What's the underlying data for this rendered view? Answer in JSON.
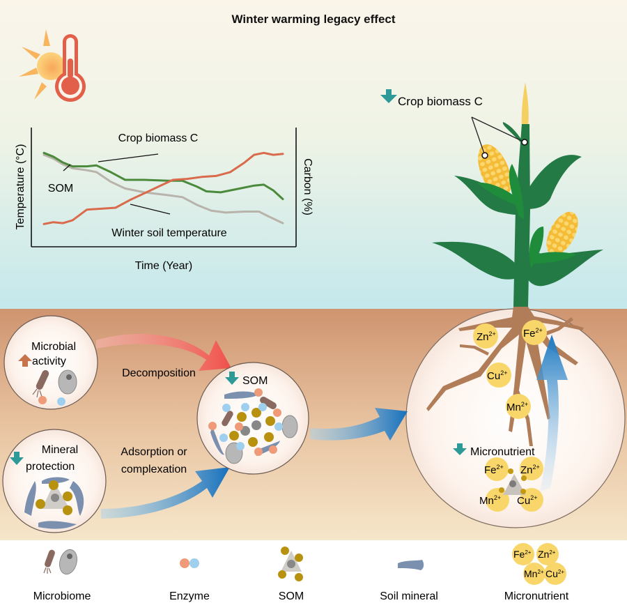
{
  "title": "Winter warming legacy effect",
  "colors": {
    "sky_top": "#f9f5ea",
    "sky_bottom": "#c6e9ec",
    "soil_top": "#cf9470",
    "soil_bottom": "#f5e4c8",
    "down_arrow": "#2e9a97",
    "up_arrow": "#c8744a",
    "decomposition_arrow": "#f05a4f",
    "blue_arrow": "#1f7fc4",
    "green_line": "#4a8a3a",
    "gray_line": "#b8b3ab",
    "red_line": "#d96a4c",
    "plant_green": "#237a45",
    "leaf_green": "#1e8c3a",
    "corn": "#f4be3c",
    "root": "#b07d58",
    "micronutrient": "#f8d66a",
    "som_node": "#b8920f",
    "mineral": "#7b8fae",
    "enzyme_orange": "#ef9a78",
    "enzyme_blue": "#9ecfee"
  },
  "chart_data": {
    "type": "line",
    "title": "",
    "xlabel": "Time (Year)",
    "ylabel_left": "Temperature (°C)",
    "ylabel_right": "Carbon (%)",
    "xlim": [
      0,
      1
    ],
    "ylim": [
      0,
      1
    ],
    "grid": false,
    "qualitative": true,
    "series": [
      {
        "name": "Crop biomass C",
        "color": "#4a8a3a",
        "x": [
          0,
          0.04,
          0.08,
          0.12,
          0.18,
          0.22,
          0.28,
          0.34,
          0.42,
          0.52,
          0.58,
          0.64,
          0.68,
          0.74,
          0.82,
          0.88,
          0.92,
          0.96,
          1.0
        ],
        "y": [
          0.86,
          0.82,
          0.76,
          0.72,
          0.72,
          0.73,
          0.66,
          0.58,
          0.58,
          0.57,
          0.57,
          0.51,
          0.46,
          0.45,
          0.49,
          0.52,
          0.53,
          0.47,
          0.38
        ]
      },
      {
        "name": "SOM",
        "color": "#b8b3ab",
        "x": [
          0,
          0.04,
          0.08,
          0.12,
          0.18,
          0.22,
          0.28,
          0.34,
          0.42,
          0.52,
          0.58,
          0.64,
          0.7,
          0.76,
          0.84,
          0.9,
          0.94,
          1.0
        ],
        "y": [
          0.84,
          0.8,
          0.74,
          0.7,
          0.68,
          0.66,
          0.56,
          0.49,
          0.45,
          0.42,
          0.4,
          0.32,
          0.26,
          0.24,
          0.25,
          0.25,
          0.2,
          0.13
        ]
      },
      {
        "name": "Winter soil temperature",
        "color": "#d96a4c",
        "x": [
          0,
          0.04,
          0.08,
          0.12,
          0.18,
          0.24,
          0.3,
          0.36,
          0.42,
          0.48,
          0.54,
          0.6,
          0.66,
          0.72,
          0.78,
          0.84,
          0.88,
          0.92,
          0.96,
          1.0
        ],
        "y": [
          0.12,
          0.14,
          0.13,
          0.16,
          0.27,
          0.28,
          0.29,
          0.37,
          0.44,
          0.51,
          0.58,
          0.59,
          0.61,
          0.62,
          0.66,
          0.76,
          0.84,
          0.86,
          0.84,
          0.85
        ]
      }
    ],
    "annotations": [
      "Crop biomass C",
      "SOM",
      "Winter soil temperature"
    ]
  },
  "plant": {
    "label": "Crop biomass C",
    "trend": "decrease"
  },
  "microbial_circle": {
    "line1": "Microbial",
    "line2": "activity",
    "trend": "increase"
  },
  "mineral_circle": {
    "line1": "Mineral",
    "line2": "protection",
    "trend": "decrease"
  },
  "som_circle": {
    "label": "SOM",
    "trend": "decrease"
  },
  "arrows": {
    "decomposition": "Decomposition",
    "adsorption_line1": "Adsorption or",
    "adsorption_line2": "complexation"
  },
  "root_circle": {
    "ions": [
      {
        "element": "Zn",
        "charge": "2+"
      },
      {
        "element": "Fe",
        "charge": "2+"
      },
      {
        "element": "Cu",
        "charge": "2+"
      },
      {
        "element": "Mn",
        "charge": "2+"
      }
    ],
    "micronutrient_label": "Micronutrient",
    "micronutrient_trend": "decrease",
    "complex_ions": [
      {
        "element": "Fe",
        "charge": "2+"
      },
      {
        "element": "Zn",
        "charge": "2+"
      },
      {
        "element": "Mn",
        "charge": "2+"
      },
      {
        "element": "Cu",
        "charge": "2+"
      }
    ]
  },
  "legend": {
    "items": [
      {
        "label": "Microbiome",
        "icon": "microbiome-icon"
      },
      {
        "label": "Enzyme",
        "icon": "enzyme-icon"
      },
      {
        "label": "SOM",
        "icon": "som-icon"
      },
      {
        "label": "Soil mineral",
        "icon": "soil-mineral-icon"
      },
      {
        "label": "Micronutrient",
        "icon": "micronutrient-icon"
      }
    ],
    "micronutrient_ions": [
      {
        "element": "Fe",
        "charge": "2+"
      },
      {
        "element": "Zn",
        "charge": "2+"
      },
      {
        "element": "Mn",
        "charge": "2+"
      },
      {
        "element": "Cu",
        "charge": "2+"
      }
    ]
  }
}
